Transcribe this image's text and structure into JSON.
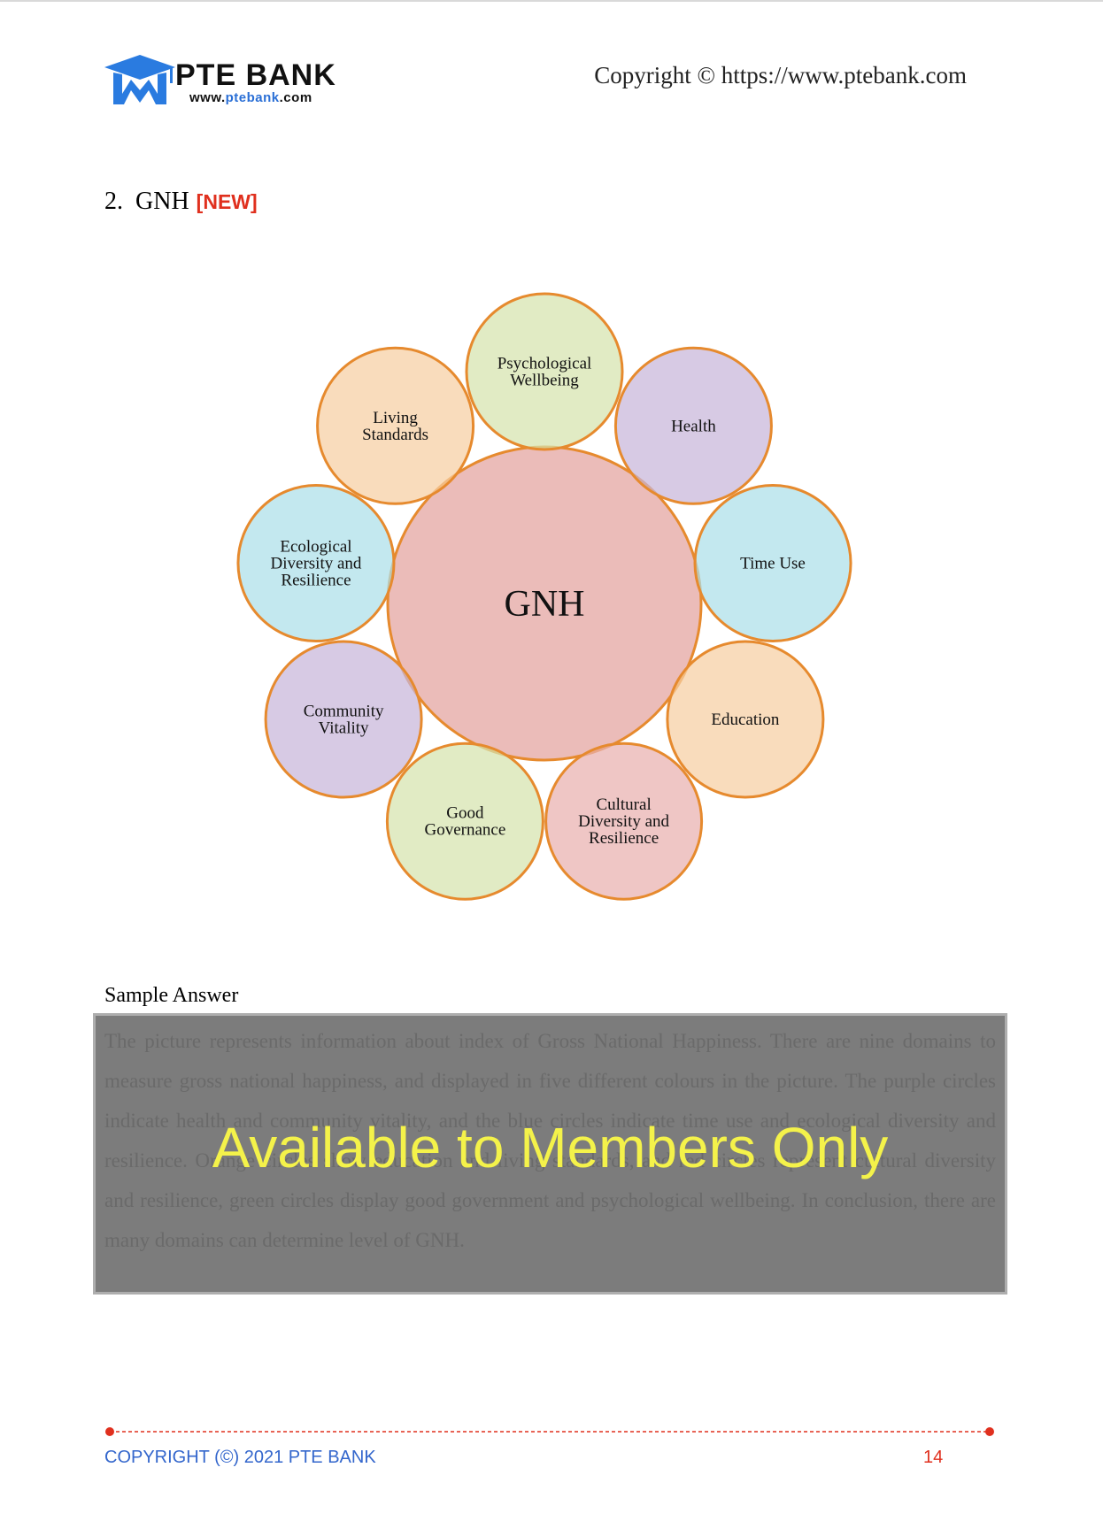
{
  "header": {
    "logo_name": "PTE BANK",
    "logo_url_prefix": "www.",
    "logo_url_domain": "ptebank",
    "logo_url_suffix": ".com",
    "copyright": "Copyright © https://www.ptebank.com"
  },
  "question": {
    "number": "2.",
    "title": "GNH",
    "tag": "[NEW]"
  },
  "diagram": {
    "center": "GNH",
    "domains": [
      {
        "lines": [
          "Psychological",
          "Wellbeing"
        ],
        "color": "#d6e3ad"
      },
      {
        "lines": [
          "Health"
        ],
        "color": "#c8b6da"
      },
      {
        "lines": [
          "Time Use"
        ],
        "color": "#acdfe9"
      },
      {
        "lines": [
          "Education"
        ],
        "color": "#f7cfa2"
      },
      {
        "lines": [
          "Cultural",
          "Diversity and",
          "Resilience"
        ],
        "color": "#e9b0ae"
      },
      {
        "lines": [
          "Good",
          "Governance"
        ],
        "color": "#d6e3ad"
      },
      {
        "lines": [
          "Community",
          "Vitality"
        ],
        "color": "#c8b6da"
      },
      {
        "lines": [
          "Ecological",
          "Diversity and",
          "Resilience"
        ],
        "color": "#acdfe9"
      },
      {
        "lines": [
          "Living",
          "Standards"
        ],
        "color": "#f7cfa2"
      }
    ],
    "center_color": "#e7b0ad",
    "outline_color": "#e68a2e"
  },
  "answer": {
    "label": "Sample Answer",
    "hidden_text": "The picture represents information about index of Gross National Happiness. There are nine domains to measure gross national happiness, and displayed in five different colours in the picture. The purple circles indicate health and community vitality, and the blue circles indicate time use and ecological diversity and resilience. Orange circles show education and living standards, and red circles represent cultural diversity and resilience, green circles display good government and psychological wellbeing. In conclusion, there are many domains can determine level of GNH.",
    "overlay": "Available to Members Only"
  },
  "footer": {
    "left": "COPYRIGHT (©) 2021 PTE BANK",
    "page_number": "14"
  }
}
